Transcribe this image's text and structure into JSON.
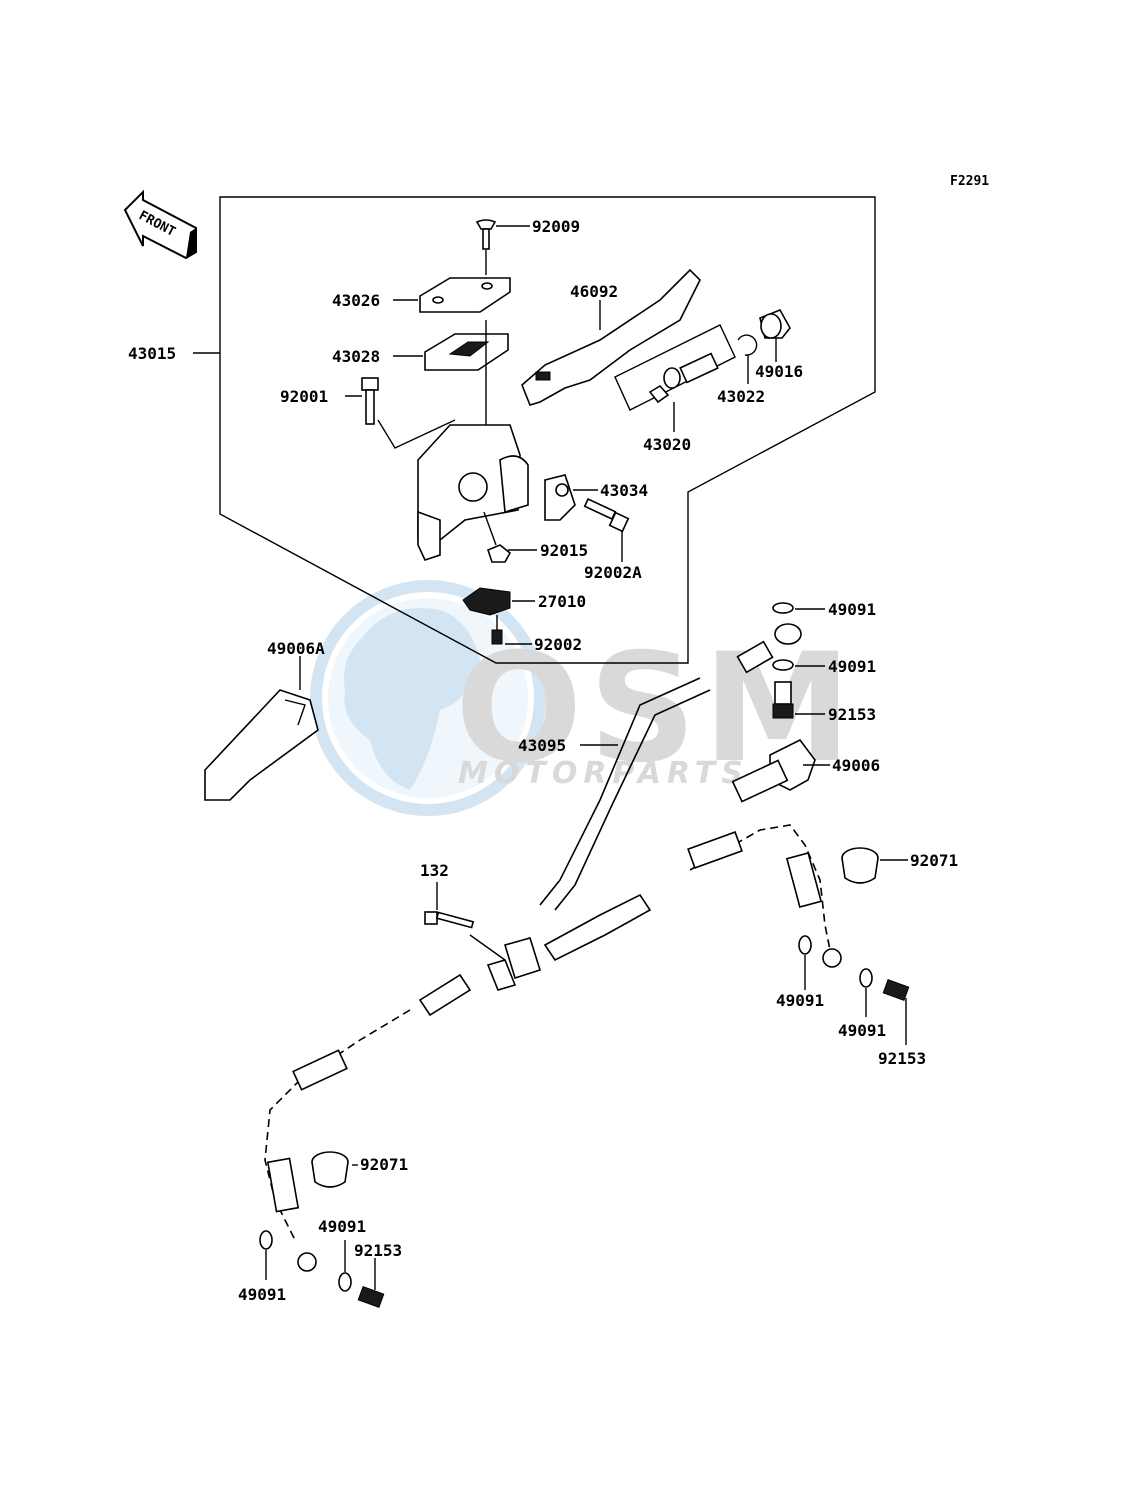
{
  "figure_code": "F2291",
  "front_arrow": {
    "text": "FRONT",
    "icon": "front-direction-arrow-icon"
  },
  "watermark": {
    "brand": "OSM",
    "tagline": "MOTORPARTS",
    "icon": "globe-icon"
  },
  "callouts": {
    "p92009": "92009",
    "p43026": "43026",
    "p46092": "46092",
    "p43015": "43015",
    "p43028": "43028",
    "p49016": "49016",
    "p92001": "92001",
    "p43022": "43022",
    "p43020": "43020",
    "p43034": "43034",
    "p92015": "92015",
    "p92002A": "92002A",
    "p27010": "27010",
    "p92002": "92002",
    "p49091a": "49091",
    "p49006A": "49006A",
    "p49091b": "49091",
    "p92153a": "92153",
    "p43095": "43095",
    "p49006": "49006",
    "p92071a": "92071",
    "p132": "132",
    "p49091c": "49091",
    "p49091d": "49091",
    "p92153b": "92153",
    "p92071b": "92071",
    "p49091e": "49091",
    "p92153c": "92153",
    "p49091f": "49091"
  }
}
